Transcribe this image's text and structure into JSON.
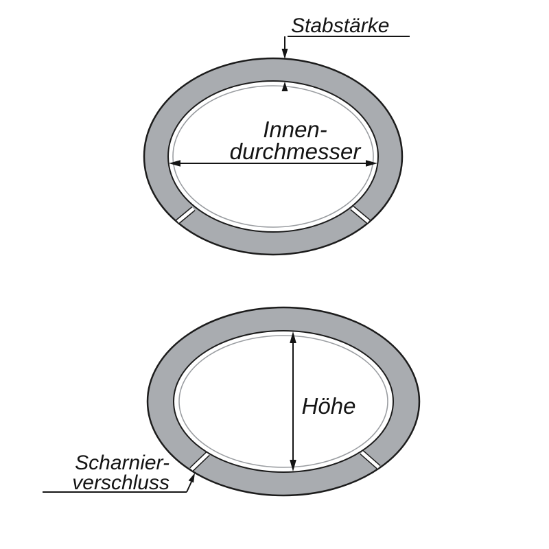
{
  "colors": {
    "band_gray": "#a9acb0",
    "line_dark": "#1c1c1c",
    "inner_line_gray": "#9a9da1"
  },
  "diagram": {
    "top_ring": {
      "bar_thickness_label": "Stabstärke",
      "inner_diameter_label_line1": "Innen-",
      "inner_diameter_label_line2": "durchmesser"
    },
    "bottom_ring": {
      "height_label": "Höhe",
      "hinge_closure_label_line1": "Scharnier-",
      "hinge_closure_label_line2": "verschluss"
    }
  }
}
